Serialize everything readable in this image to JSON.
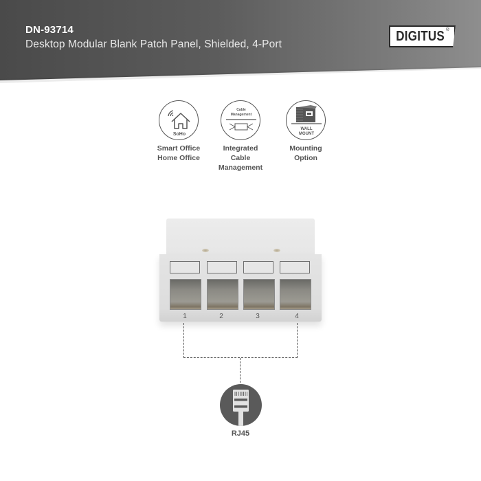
{
  "header": {
    "product_code": "DN-93714",
    "product_description": "Desktop Modular Blank Patch Panel, Shielded, 4-Port",
    "brand_logo": "DIGITUS",
    "brand_registered_mark": "®"
  },
  "features": [
    {
      "icon": "soho-house-wifi-icon",
      "icon_text": "SoHo",
      "label": "Smart Office\nHome Office"
    },
    {
      "icon": "cable-management-icon",
      "icon_text": "Cable\nManagement",
      "label": "Integrated\nCable\nManagement"
    },
    {
      "icon": "wall-mount-icon",
      "icon_text": "WALL\nMOUNT",
      "label": "Mounting\nOption"
    }
  ],
  "product": {
    "ports": [
      {
        "number": "1"
      },
      {
        "number": "2"
      },
      {
        "number": "3"
      },
      {
        "number": "4"
      }
    ]
  },
  "connector": {
    "icon": "rj45-connector-icon",
    "label": "RJ45"
  },
  "colors": {
    "header_dark": "#4a4a4a",
    "header_light": "#8e8e8e",
    "icon_stroke": "#555555",
    "rj45_fill": "#5a5a5a",
    "product_body": "#e4e4e4"
  }
}
